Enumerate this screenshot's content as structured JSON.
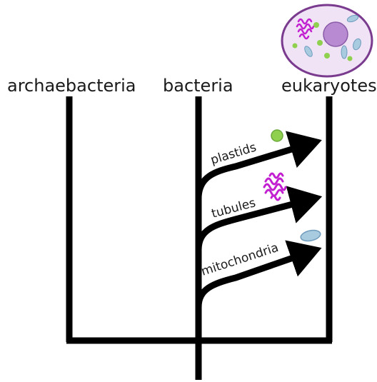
{
  "taxa": {
    "archaebacteria": "archaebacteria",
    "bacteria": "bacteria",
    "eukaryotes": "eukaryotes"
  },
  "branches": {
    "plastids": "plastids",
    "tubules": "tubules",
    "mitochondria": "mitochondria"
  },
  "colors": {
    "line": "#000000",
    "plastid": "#8fd14f",
    "tubule": "#c21fd0",
    "mitochondrion": "#a9cbe0",
    "cell_membrane": "#7a3b8f",
    "cell_fill": "#efe3f5",
    "nucleus": "#b88ad1"
  },
  "icons": {
    "plastid": "plastid-icon",
    "tubule": "tubule-icon",
    "mitochondrion": "mitochondrion-icon",
    "cell": "eukaryote-cell-icon"
  }
}
